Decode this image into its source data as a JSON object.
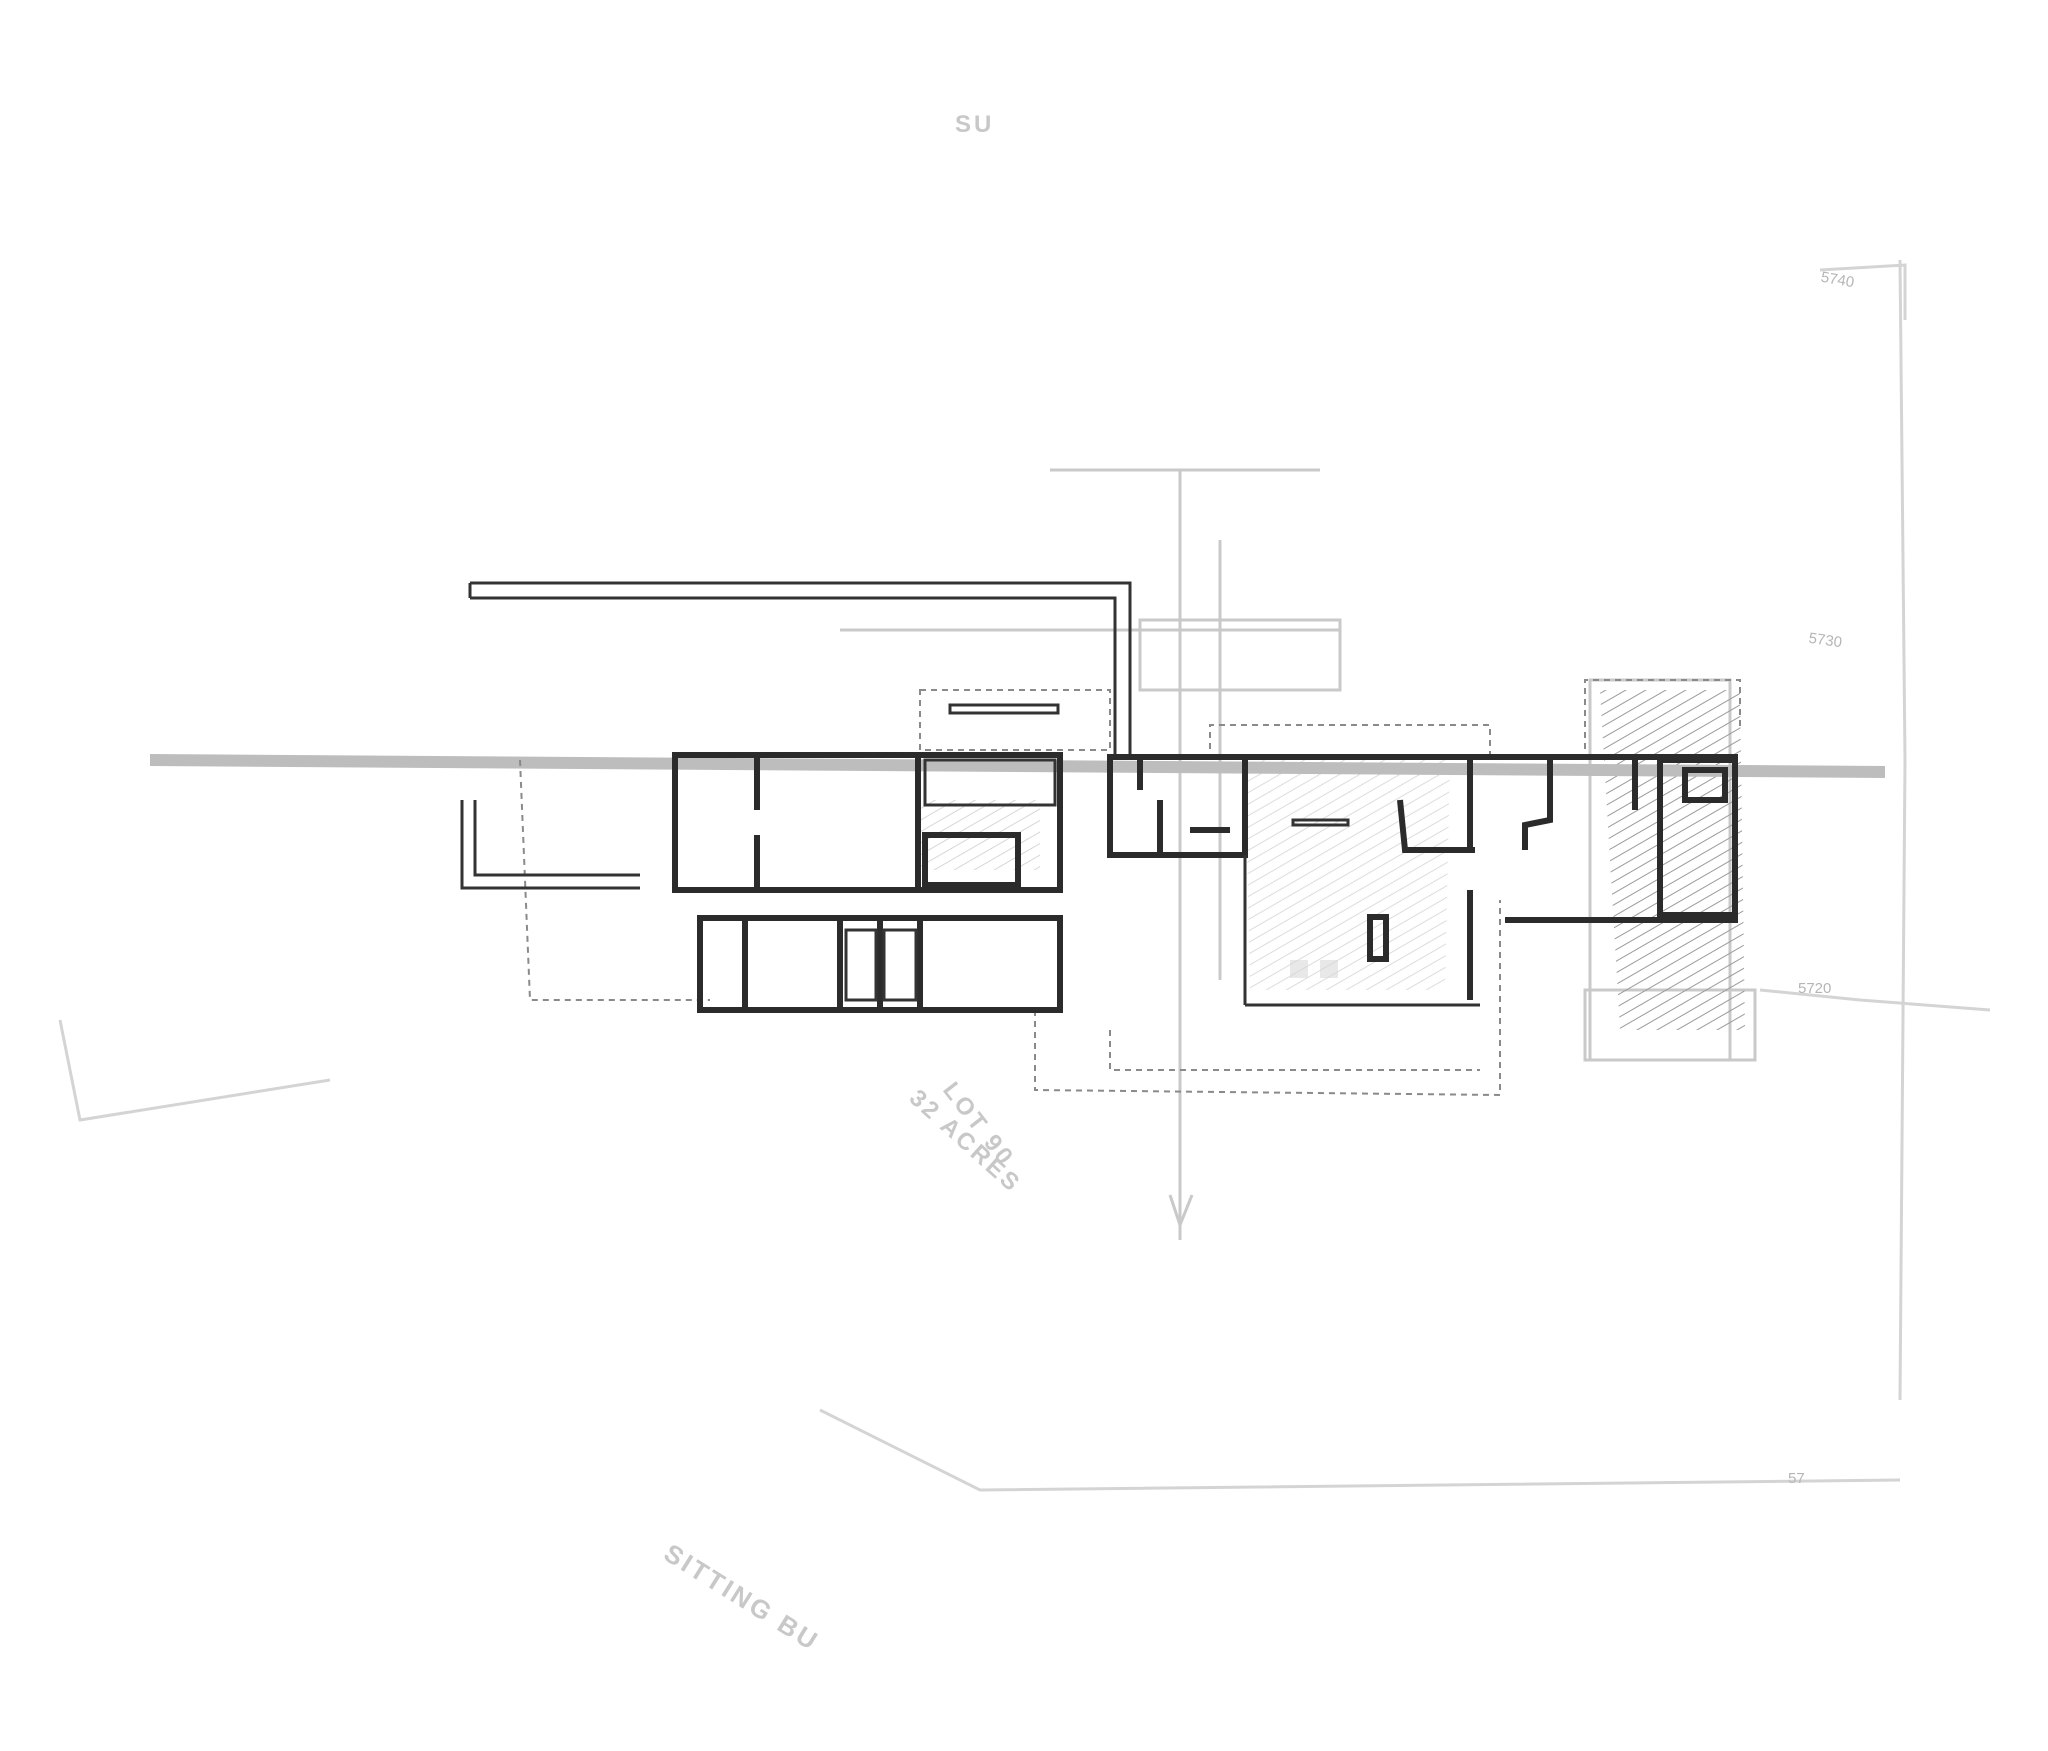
{
  "labels": {
    "street_top": "SU",
    "lot_label": "LOT 90",
    "acres_label": "32 ACRES",
    "street_bottom": "SITTING BU",
    "contour_5740": "5740",
    "contour_5730": "5730",
    "contour_5720": "5720",
    "corner_mark": "57"
  }
}
